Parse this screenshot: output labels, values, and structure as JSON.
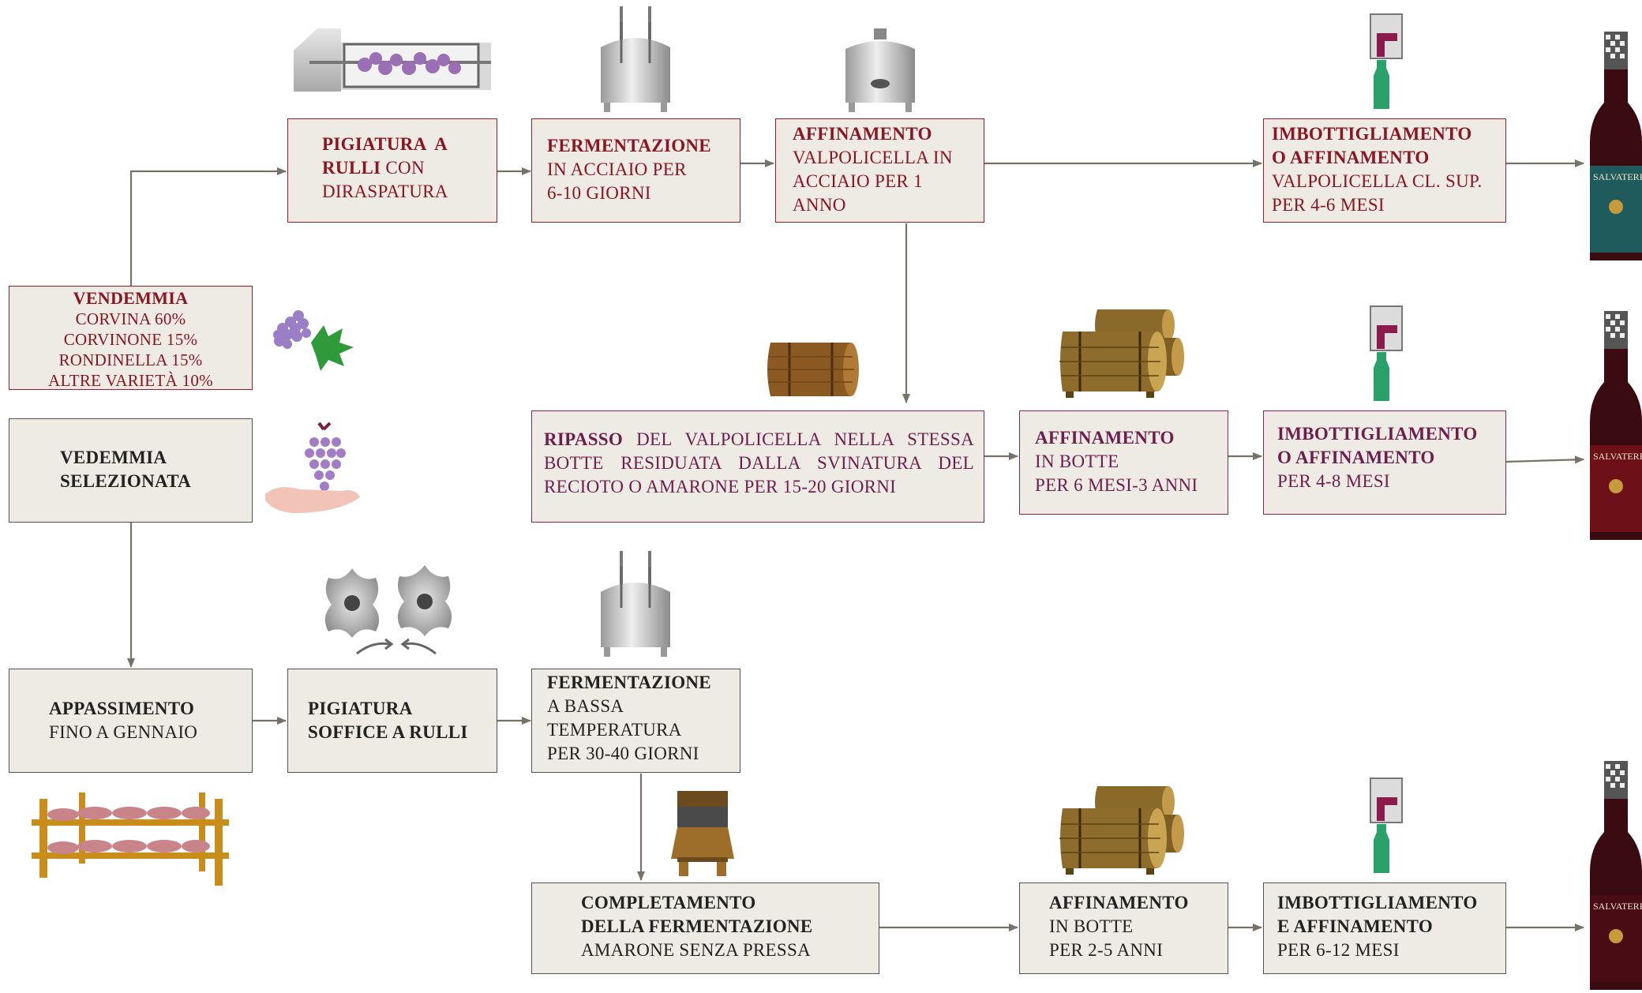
{
  "boxes": {
    "vendemmia": {
      "title": "VENDEMMIA",
      "lines": [
        "CORVINA 60%",
        "CORVINONE 15%",
        "RONDINELLA 15%",
        "ALTRE VARIETÀ 10%"
      ]
    },
    "vedemmia_sel": {
      "title_lines": [
        "VEDEMMIA",
        "SELEZIONATA"
      ]
    },
    "pigiatura_rulli": {
      "bold1": "PIGIATURA  A",
      "bold2": "RULLI",
      "rest2": " CON",
      "line3": "DIRASPATURA"
    },
    "fermentazione1": {
      "title": "FERMENTAZIONE",
      "lines": [
        "IN ACCIAIO PER",
        "6-10 GIORNI"
      ]
    },
    "affinamento1": {
      "title": "AFFINAMENTO",
      "lines": [
        "VALPOLICELLA IN",
        "ACCIAIO PER 1",
        "ANNO"
      ]
    },
    "imbott1": {
      "title_lines": [
        "IMBOTTIGLIAMENTO",
        "O AFFINAMENTO"
      ],
      "lines": [
        "VALPOLICELLA CL. SUP.",
        "PER 4-6 MESI"
      ]
    },
    "ripasso": {
      "bold": "RIPASSO",
      "rest": " DEL VALPOLICELLA NELLA STESSA",
      "lines": [
        "BOTTE RESIDUATA DALLA SVINATURA DEL",
        "RECIOTO O AMARONE PER 15-20 GIORNI"
      ]
    },
    "affinamento2": {
      "title": "AFFINAMENTO",
      "lines": [
        "IN BOTTE",
        "PER 6 MESI-3 ANNI"
      ]
    },
    "imbott2": {
      "title_lines": [
        "IMBOTTIGLIAMENTO",
        "O AFFINAMENTO"
      ],
      "lines": [
        "PER 4-8 MESI"
      ]
    },
    "appassimento": {
      "title": "APPASSIMENTO",
      "lines": [
        "FINO A GENNAIO"
      ]
    },
    "pigiatura_soffice": {
      "title_lines": [
        "PIGIATURA",
        "SOFFICE A RULLI"
      ]
    },
    "fermentazione2": {
      "title": "FERMENTAZIONE",
      "lines": [
        "A BASSA",
        "TEMPERATURA",
        "PER 30-40 GIORNI"
      ]
    },
    "completamento": {
      "title_lines": [
        "COMPLETAMENTO",
        "DELLA FERMENTAZIONE"
      ],
      "lines": [
        "AMARONE SENZA PRESSA"
      ]
    },
    "affinamento3": {
      "title": "AFFINAMENTO",
      "lines": [
        "IN BOTTE",
        "PER 2-5 ANNI"
      ]
    },
    "imbott3": {
      "title_lines": [
        "IMBOTTIGLIAMENTO",
        "E AFFINAMENTO"
      ],
      "lines": [
        "PER 6-12 MESI"
      ]
    }
  },
  "bottles": {
    "brand": "SALVATERRA"
  },
  "colors": {
    "box_fill": "#eeebe5",
    "red": "#8b1520",
    "plum": "#6e1e4c",
    "arrow": "#777268"
  },
  "icons": [
    "crusher-icon",
    "steel-tank-icon",
    "steel-tank-closed-icon",
    "bottling-machine-icon",
    "wine-bottle-icon",
    "grape-leaf-icon",
    "grape-hand-icon",
    "barrel-icon",
    "barrels-stack-icon",
    "destemmer-rollers-icon",
    "drying-rack-icon",
    "press-icon"
  ]
}
